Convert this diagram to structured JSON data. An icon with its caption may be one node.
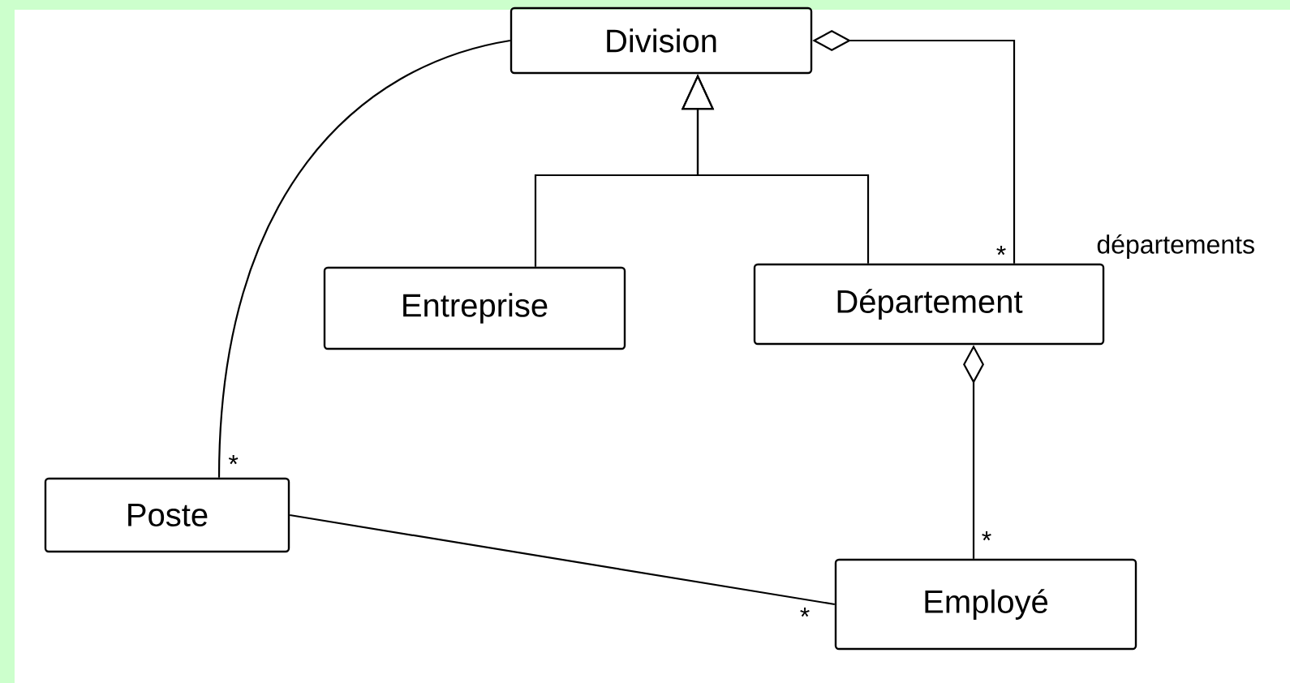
{
  "diagram": {
    "nodes": [
      {
        "text": [
          "Division"
        ]
      },
      {
        "text": [
          "Entreprise"
        ]
      },
      {
        "text": [
          "Département"
        ]
      },
      {
        "text": [
          "Poste"
        ]
      },
      {
        "text": [
          "Employé"
        ]
      }
    ],
    "edges": [
      {
        "from": 0,
        "to": 3,
        "arrow": "none"
      },
      {
        "from": 1,
        "to": 0,
        "arrow": "to"
      },
      {
        "from": 2,
        "to": 0,
        "arrow": "to"
      },
      {
        "from": 2,
        "to": 0,
        "arrow": "other"
      },
      {
        "from": 4,
        "to": 2,
        "arrow": "other"
      },
      {
        "from": 3,
        "to": 4,
        "arrow": "none"
      }
    ],
    "labels": [
      "*",
      "*",
      "départements",
      "*",
      "*"
    ]
  }
}
